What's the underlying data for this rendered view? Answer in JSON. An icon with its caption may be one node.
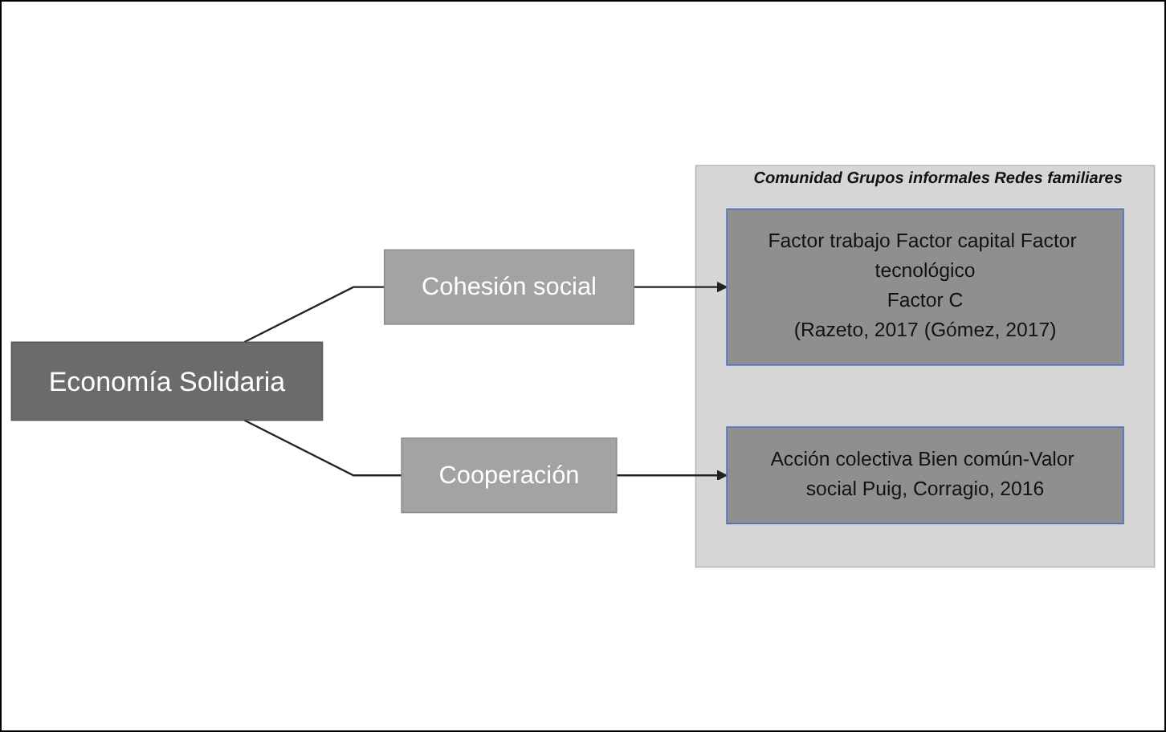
{
  "diagram": {
    "nodes": [
      {
        "text": [
          "Economía Solidaria"
        ]
      },
      {
        "text": [
          "Cohesión social"
        ]
      },
      {
        "text": [
          "Cooperación"
        ]
      },
      {
        "text": [
          "Comunidad Grupos informales Redes familiares"
        ]
      },
      {
        "text": [
          "Factor trabajo Factor capital Factor tecnológico",
          "Factor C",
          "(Razeto, 2017 (Gómez, 2017)"
        ],
        "in": 3
      },
      {
        "text": [
          "Acción colectiva Bien común-Valor social Puig, Corragio, 2016"
        ],
        "in": 3
      }
    ],
    "edges": [
      {
        "from": 0,
        "to": 1,
        "arrow": "none"
      },
      {
        "from": 0,
        "to": 2,
        "arrow": "none"
      },
      {
        "from": 1,
        "to": 4,
        "arrow": "to"
      },
      {
        "from": 2,
        "to": 5,
        "arrow": "to"
      }
    ]
  }
}
